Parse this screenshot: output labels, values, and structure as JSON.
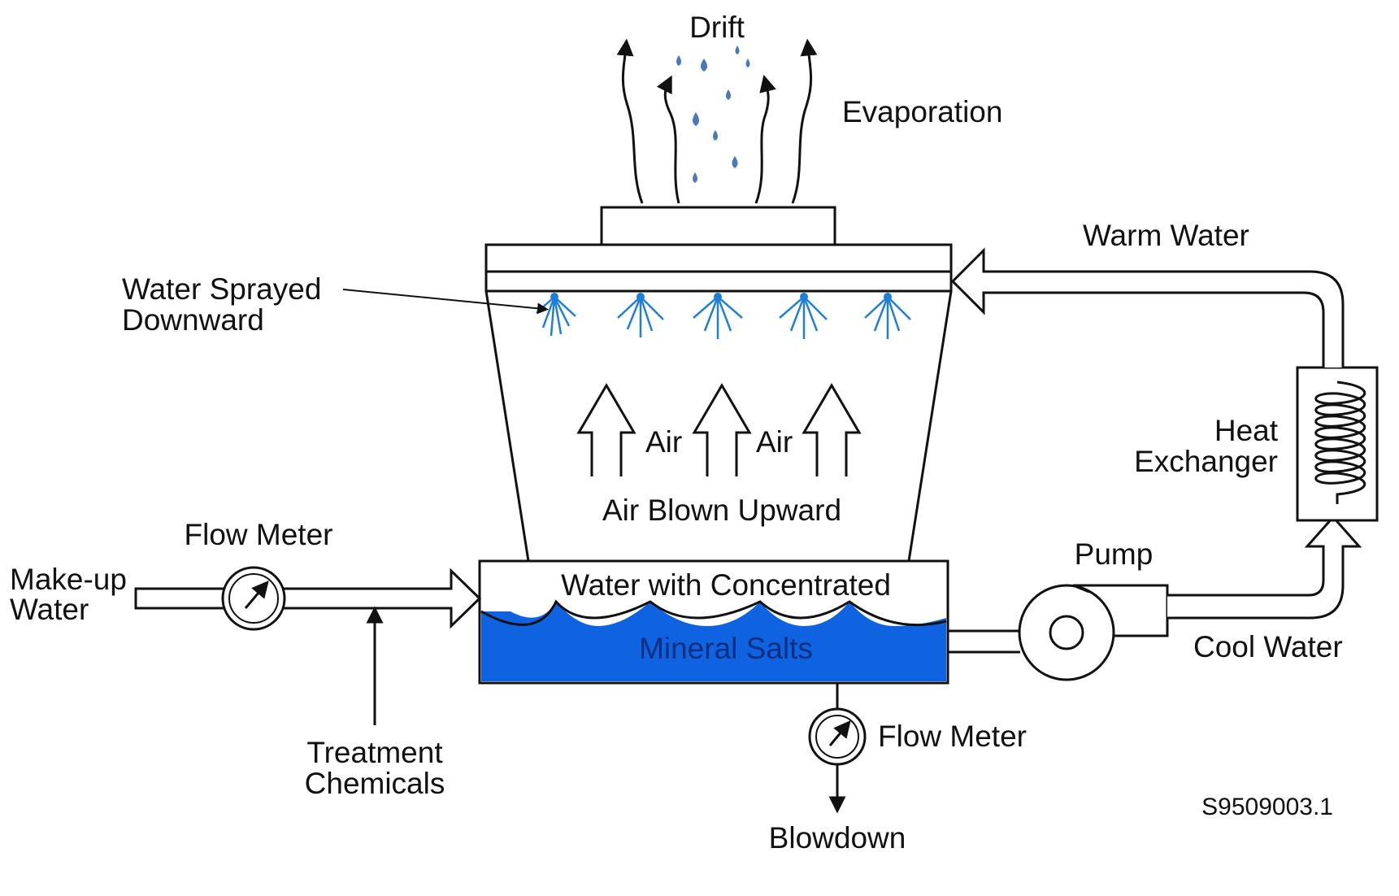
{
  "labels": {
    "drift": "Drift",
    "evaporation": "Evaporation",
    "warm_water": "Warm Water",
    "water_sprayed_line1": "Water Sprayed",
    "water_sprayed_line2": "Downward",
    "air_1": "Air",
    "air_2": "Air",
    "air_blown_upward": "Air Blown Upward",
    "heat_exchanger_line1": "Heat",
    "heat_exchanger_line2": "Exchanger",
    "flow_meter_in": "Flow Meter",
    "make_up_line1": "Make-up",
    "make_up_line2": "Water",
    "pump": "Pump",
    "basin_line1": "Water with Concentrated",
    "basin_line2": "Mineral Salts",
    "cool_water": "Cool Water",
    "treatment_line1": "Treatment",
    "treatment_line2": "Chemicals",
    "flow_meter_out": "Flow Meter",
    "blowdown": "Blowdown",
    "figure_id": "S9509003.1"
  },
  "colors": {
    "line": "#111111",
    "water": "#0f62e0",
    "spray": "#1f7fd8",
    "drop": "#4a78b8",
    "background": "#ffffff"
  },
  "icons": {
    "gauge": "flow-meter-gauge-icon",
    "pump": "centrifugal-pump-icon",
    "coil": "heat-exchanger-coil-icon",
    "nozzle": "spray-nozzle-icon"
  }
}
